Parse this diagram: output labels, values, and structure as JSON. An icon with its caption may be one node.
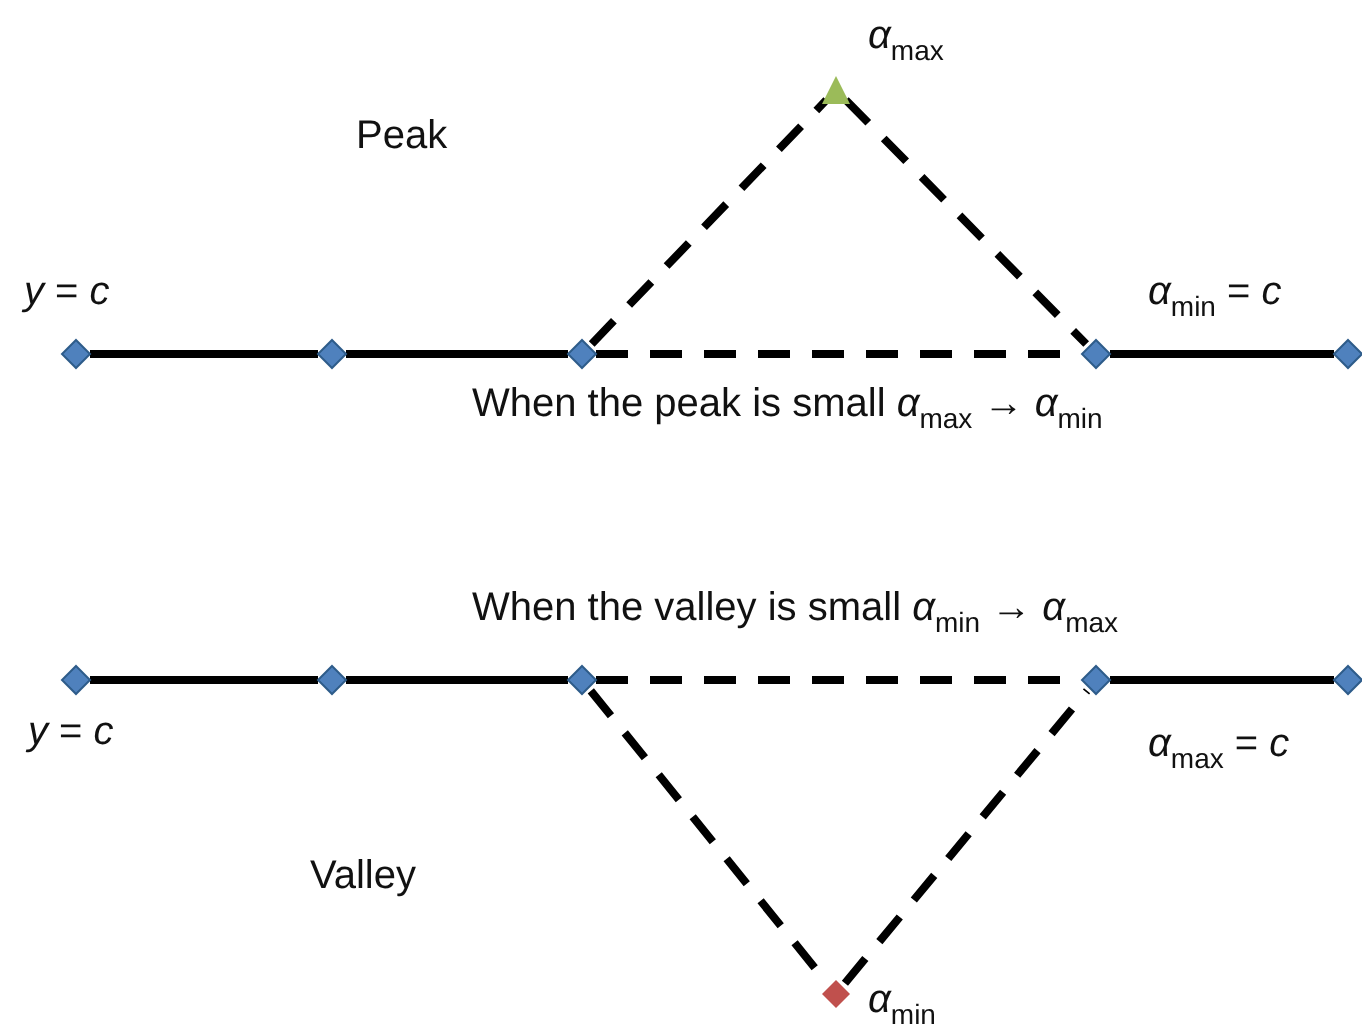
{
  "diagram": {
    "nodes": [
      {
        "text": [],
        "shape": "diamond",
        "beside": [
          "*y* = *c*"
        ]
      },
      {
        "text": [],
        "shape": "diamond"
      },
      {
        "text": [],
        "shape": "diamond"
      },
      {
        "text": [],
        "shape": "diamond"
      },
      {
        "text": [],
        "shape": "diamond"
      },
      {
        "text": [],
        "shape": "triangle",
        "beside": [
          "*α*$_{max}$"
        ]
      },
      {
        "text": [],
        "shape": "diamond",
        "beside": [
          "*y* = *c*"
        ]
      },
      {
        "text": [],
        "shape": "diamond"
      },
      {
        "text": [],
        "shape": "diamond"
      },
      {
        "text": [],
        "shape": "diamond"
      },
      {
        "text": [],
        "shape": "diamond"
      },
      {
        "text": [],
        "shape": "diamond",
        "beside": [
          "*α*$_{min}$"
        ]
      }
    ],
    "edges": [
      {
        "from": 0,
        "to": 1,
        "arrow": "none"
      },
      {
        "from": 1,
        "to": 2,
        "arrow": "none"
      },
      {
        "from": 2,
        "to": 3,
        "arrow": "none",
        "style": "dashed"
      },
      {
        "from": 2,
        "to": 5,
        "arrow": "none",
        "style": "dashed"
      },
      {
        "from": 5,
        "to": 3,
        "arrow": "none",
        "style": "dashed"
      },
      {
        "from": 3,
        "to": 4,
        "arrow": "none"
      },
      {
        "from": 6,
        "to": 7,
        "arrow": "none"
      },
      {
        "from": 7,
        "to": 8,
        "arrow": "none"
      },
      {
        "from": 8,
        "to": 9,
        "arrow": "none",
        "style": "dashed"
      },
      {
        "from": 8,
        "to": 11,
        "arrow": "none",
        "style": "dashed"
      },
      {
        "from": 11,
        "to": 9,
        "arrow": "none",
        "style": "dashed"
      },
      {
        "from": 9,
        "to": 10,
        "arrow": "none"
      }
    ],
    "labels": [
      "Peak",
      "*α*$_{min}$ = *c*",
      "When the peak is small *α*$_{max}$ → *α*$_{min}$",
      "When the valley is small *α*$_{min}$ → *α*$_{max}$",
      "*α*$_{max}$ = *c*",
      "Valley"
    ]
  }
}
